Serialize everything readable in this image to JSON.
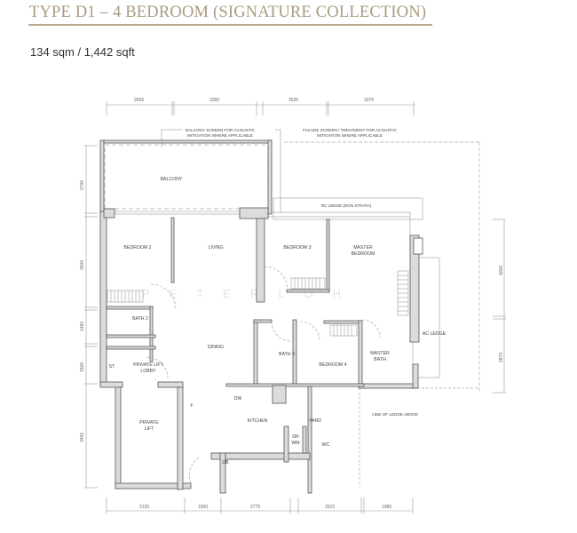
{
  "header": {
    "title": "TYPE D1 – 4 BEDROOM (SIGNATURE COLLECTION)",
    "area": "134 sqm / 1,442 sqft",
    "accent_color": "#a99b80"
  },
  "plan": {
    "rooms": {
      "balcony": "BALCONY",
      "bedroom2": "BEDROOM 2",
      "living": "LIVING",
      "bedroom3": "BEDROOM 3",
      "master_bedroom_1": "MASTER",
      "master_bedroom_2": "BEDROOM",
      "bath2": "BATH 2",
      "dining": "DINING",
      "st": "ST",
      "private_lift_lobby_1": "PRIVATE LIFT",
      "private_lift_lobby_2": "LOBBY",
      "bath3": "BATH 3",
      "bedroom4": "BEDROOM 4",
      "master_bath_1": "MASTER",
      "master_bath_2": "BATH",
      "ac_ledge": "AC LEDGE",
      "private_lift_1": "PRIVATE",
      "private_lift_2": "LIFT",
      "f": "F",
      "dw": "DW",
      "kitchen": "KITCHEN",
      "yard": "YARD",
      "dr_wm_1": "DR",
      "dr_wm_2": "WM",
      "wc": "WC",
      "db": "DB"
    },
    "notes": {
      "balcony_screen_1": "BALCONY SCREEN FOR ACOUSTIC",
      "balcony_screen_2": "MITIGATION WHERE APPLICABLE",
      "facade_screen_1": "FACADE SCREEN / TREATMENT FOR ACOUSTIC",
      "facade_screen_2": "MITIGATION WHERE APPLICABLE",
      "rc_ledge": "RC LEDGE (NON STRATA)",
      "line_of_ledge": "LINE OF LEDGE ABOVE"
    },
    "dimensions": {
      "top": [
        "2655",
        "3280",
        "2535",
        "3375"
      ],
      "bottom": [
        "3135",
        "1500",
        "2775",
        "2515",
        "1980"
      ],
      "left": [
        "2700",
        "3600",
        "1480",
        "1500",
        "3400"
      ],
      "right": [
        "4000",
        "2870"
      ]
    },
    "watermark": "PETERLOH"
  }
}
